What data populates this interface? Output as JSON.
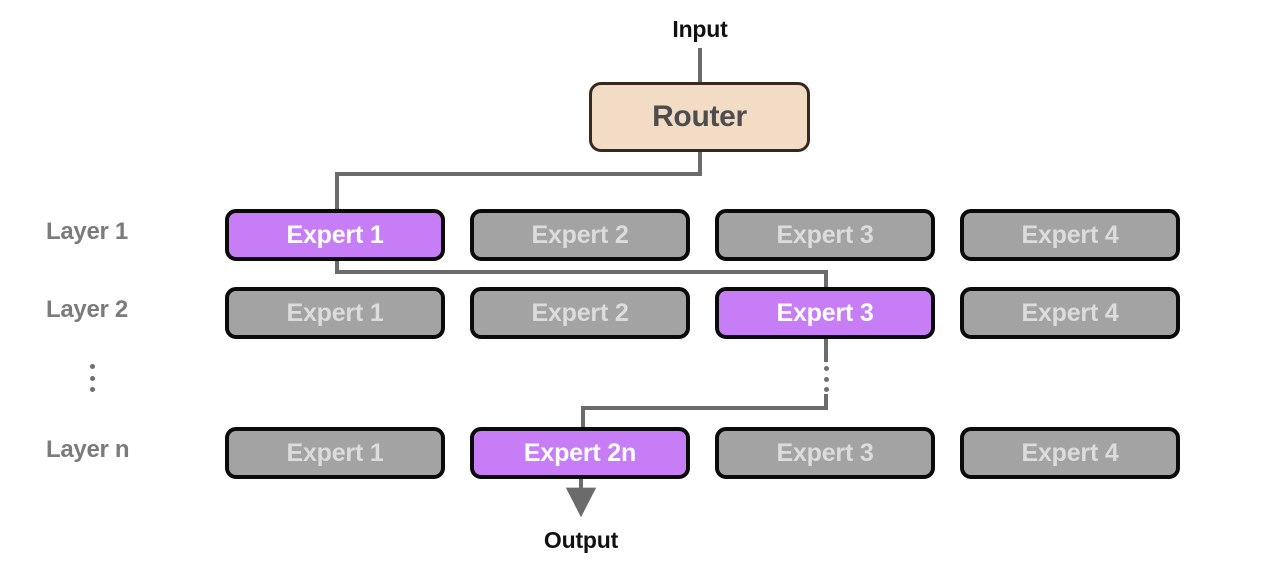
{
  "diagram": {
    "title_input": "Input",
    "title_output": "Output",
    "router": {
      "label": "Router"
    },
    "layers": [
      {
        "label": "Layer 1",
        "experts": [
          {
            "label": "Expert 1",
            "active": true
          },
          {
            "label": "Expert 2",
            "active": false
          },
          {
            "label": "Expert 3",
            "active": false
          },
          {
            "label": "Expert 4",
            "active": false
          }
        ]
      },
      {
        "label": "Layer 2",
        "experts": [
          {
            "label": "Expert 1",
            "active": false
          },
          {
            "label": "Expert 2",
            "active": false
          },
          {
            "label": "Expert 3",
            "active": true
          },
          {
            "label": "Expert 4",
            "active": false
          }
        ]
      },
      {
        "label": "Layer n",
        "experts": [
          {
            "label": "Expert 1",
            "active": false
          },
          {
            "label": "Expert 2n",
            "active": true
          },
          {
            "label": "Expert 3",
            "active": false
          },
          {
            "label": "Expert 4",
            "active": false
          }
        ]
      }
    ],
    "ellipsis_glyph": "⋮",
    "colors": {
      "active_expert_fill": "#c77df5",
      "active_expert_text": "#ffffff",
      "inactive_expert_fill": "#a3a3a3",
      "inactive_expert_text": "#dcdcdc",
      "expert_border": "#0b0b0b",
      "router_fill": "#f2dcc6",
      "router_border": "#39281f",
      "router_text": "#4d4d4d",
      "layer_label_text": "#7b7b7b",
      "io_label_text": "#111111",
      "wire": "#6b6b6b"
    }
  }
}
